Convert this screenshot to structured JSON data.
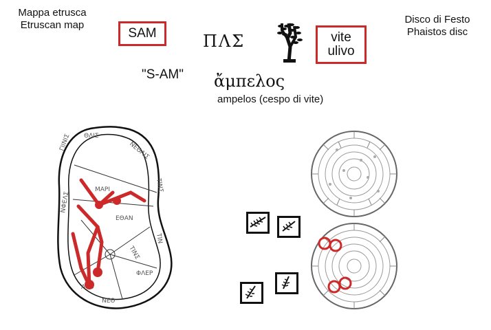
{
  "labels": {
    "left_line1": "Mappa etrusca",
    "left_line2": "Etruscan map",
    "right_line1": "Disco di Festo",
    "right_line2": "Phaistos disc",
    "sam_box": "SAM",
    "vite_line1": "vite",
    "vite_line2": "ulivo",
    "sam_quote": "\"S-AM\"",
    "greek_word": "ἄμπελος",
    "ampelos_gloss": "ampelos (cespo di vite)",
    "etruscan_glyphs": "ΠΛΣ"
  },
  "colors": {
    "highlight_red": "#cc2a2a",
    "ink": "#111111",
    "sketch_grey": "#777777"
  },
  "icons": {
    "plant": "plant-glyph-icon",
    "map": "etruscan-map-drawing",
    "disc": "phaistos-disc-drawing"
  }
}
